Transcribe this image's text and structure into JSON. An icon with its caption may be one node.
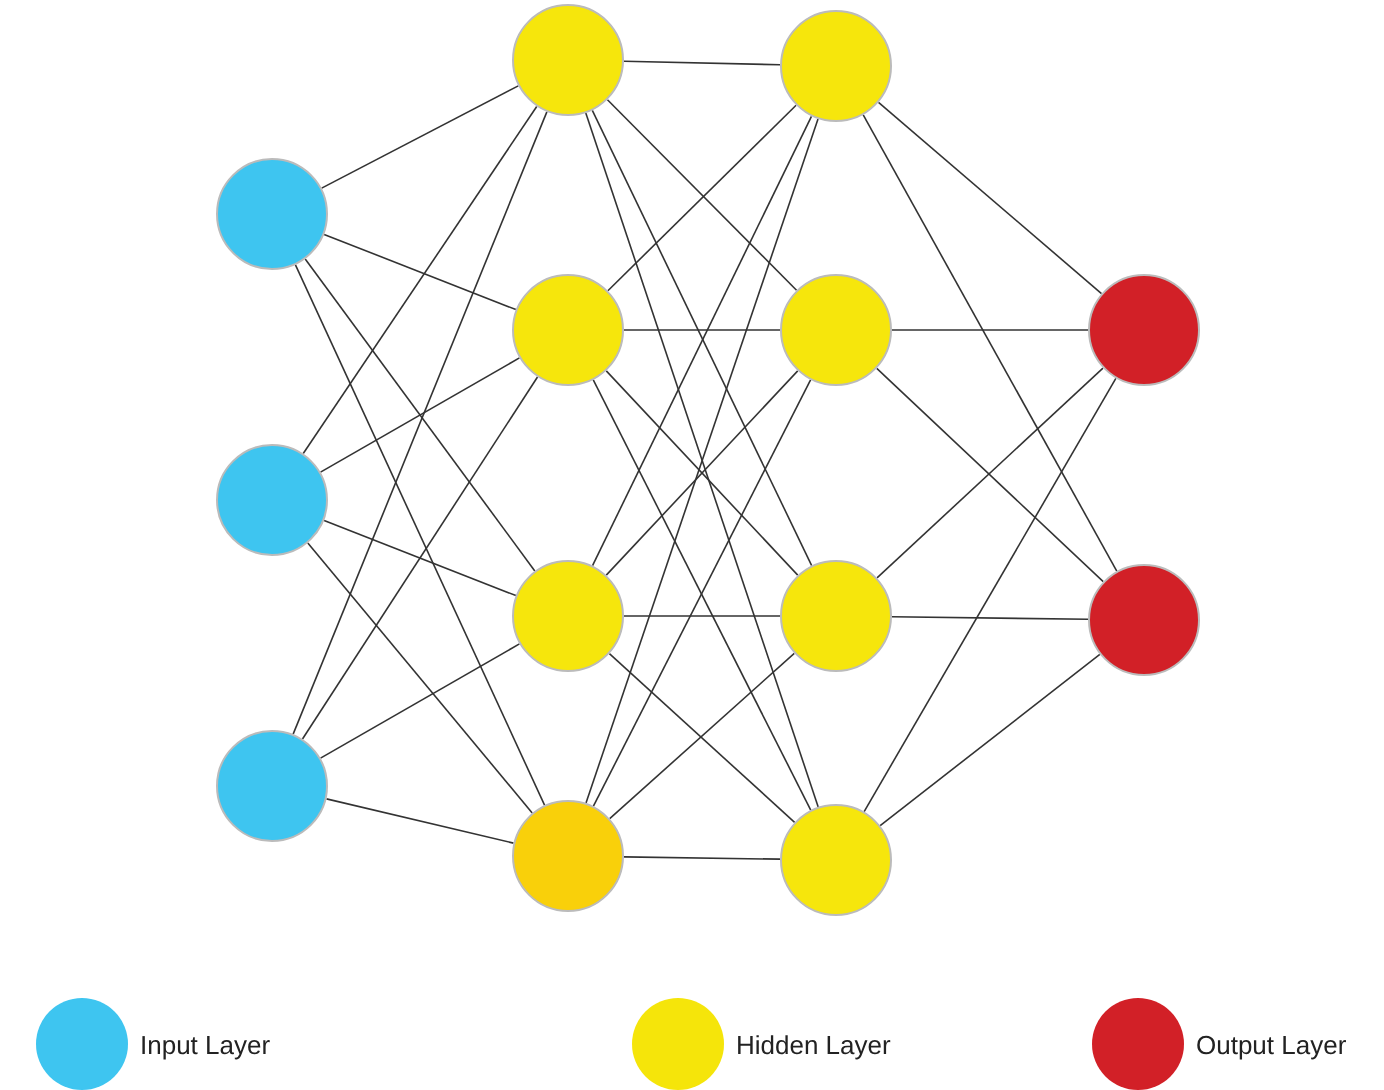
{
  "diagram": {
    "nodes": [
      {
        "text": [],
        "shape": "circle"
      },
      {
        "text": [],
        "shape": "circle"
      },
      {
        "text": [],
        "shape": "circle"
      },
      {
        "text": [],
        "shape": "circle"
      },
      {
        "text": [],
        "shape": "circle"
      },
      {
        "text": [],
        "shape": "circle"
      },
      {
        "text": [],
        "shape": "circle"
      },
      {
        "text": [],
        "shape": "circle"
      },
      {
        "text": [],
        "shape": "circle"
      },
      {
        "text": [],
        "shape": "circle"
      },
      {
        "text": [],
        "shape": "circle"
      },
      {
        "text": [],
        "shape": "circle"
      },
      {
        "text": [],
        "shape": "circle"
      }
    ],
    "edges": [
      {
        "from": 0,
        "to": 3,
        "arrow": "none"
      },
      {
        "from": 0,
        "to": 4,
        "arrow": "none"
      },
      {
        "from": 0,
        "to": 5,
        "arrow": "none"
      },
      {
        "from": 0,
        "to": 6,
        "arrow": "none"
      },
      {
        "from": 1,
        "to": 3,
        "arrow": "none"
      },
      {
        "from": 1,
        "to": 4,
        "arrow": "none"
      },
      {
        "from": 1,
        "to": 5,
        "arrow": "none"
      },
      {
        "from": 1,
        "to": 6,
        "arrow": "none"
      },
      {
        "from": 2,
        "to": 3,
        "arrow": "none"
      },
      {
        "from": 2,
        "to": 4,
        "arrow": "none"
      },
      {
        "from": 2,
        "to": 5,
        "arrow": "none"
      },
      {
        "from": 2,
        "to": 6,
        "arrow": "none"
      },
      {
        "from": 3,
        "to": 7,
        "arrow": "none"
      },
      {
        "from": 3,
        "to": 8,
        "arrow": "none"
      },
      {
        "from": 3,
        "to": 9,
        "arrow": "none"
      },
      {
        "from": 3,
        "to": 10,
        "arrow": "none"
      },
      {
        "from": 4,
        "to": 7,
        "arrow": "none"
      },
      {
        "from": 4,
        "to": 8,
        "arrow": "none"
      },
      {
        "from": 4,
        "to": 9,
        "arrow": "none"
      },
      {
        "from": 4,
        "to": 10,
        "arrow": "none"
      },
      {
        "from": 5,
        "to": 7,
        "arrow": "none"
      },
      {
        "from": 5,
        "to": 8,
        "arrow": "none"
      },
      {
        "from": 5,
        "to": 9,
        "arrow": "none"
      },
      {
        "from": 5,
        "to": 10,
        "arrow": "none"
      },
      {
        "from": 6,
        "to": 7,
        "arrow": "none"
      },
      {
        "from": 6,
        "to": 8,
        "arrow": "none"
      },
      {
        "from": 6,
        "to": 9,
        "arrow": "none"
      },
      {
        "from": 6,
        "to": 10,
        "arrow": "none"
      },
      {
        "from": 7,
        "to": 11,
        "arrow": "none"
      },
      {
        "from": 7,
        "to": 12,
        "arrow": "none"
      },
      {
        "from": 8,
        "to": 11,
        "arrow": "none"
      },
      {
        "from": 8,
        "to": 12,
        "arrow": "none"
      },
      {
        "from": 9,
        "to": 11,
        "arrow": "none"
      },
      {
        "from": 9,
        "to": 12,
        "arrow": "none"
      },
      {
        "from": 10,
        "to": 11,
        "arrow": "none"
      },
      {
        "from": 10,
        "to": 12,
        "arrow": "none"
      }
    ],
    "legend": [
      {
        "text": "Input Layer",
        "color": "#3ec5f0"
      },
      {
        "text": "Hidden Layer",
        "color": "#f5e50a"
      },
      {
        "text": "Output Layer",
        "color": "#d22027"
      }
    ]
  }
}
